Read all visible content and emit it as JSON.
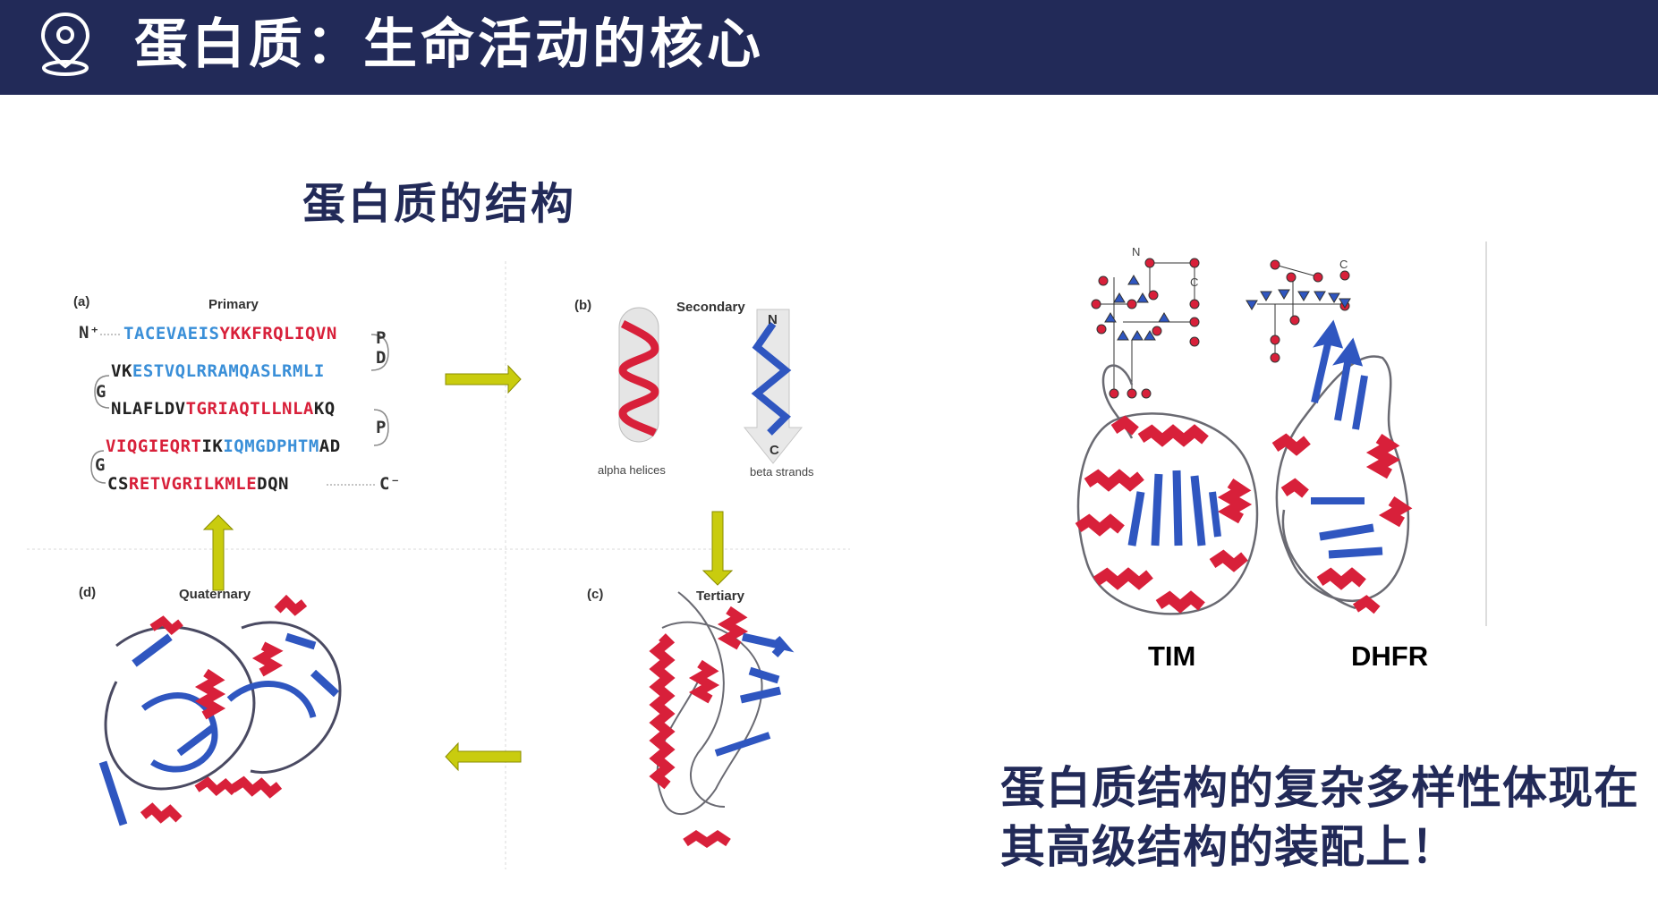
{
  "header": {
    "title": "蛋白质：生命活动的核心",
    "icon": "location-pin-icon"
  },
  "section_title": "蛋白质的结构",
  "panels": {
    "primary": {
      "tag": "(a)",
      "title": "Primary",
      "n_term": "N⁺",
      "c_term": "C⁻",
      "seq_rows": [
        [
          {
            "t": "TACEVAEIS",
            "c": "#3a8fd8"
          },
          {
            "t": "YKKFRQLIQVN",
            "c": "#d8203a"
          }
        ],
        [
          {
            "t": "VK",
            "c": "#222222"
          },
          {
            "t": "ESTVQLRRAMQASLRMLI",
            "c": "#3a8fd8"
          }
        ],
        [
          {
            "t": "NLAFLDV",
            "c": "#222222"
          },
          {
            "t": "TGRIAQTLLNLA",
            "c": "#d8203a"
          },
          {
            "t": "KQ",
            "c": "#222222"
          }
        ],
        [
          {
            "t": "VIQGIEQRT",
            "c": "#d8203a"
          },
          {
            "t": "IK",
            "c": "#222222"
          },
          {
            "t": "IQMGDPHTM",
            "c": "#3a8fd8"
          },
          {
            "t": "AD",
            "c": "#222222"
          }
        ],
        [
          {
            "t": "CS",
            "c": "#222222"
          },
          {
            "t": "RETVGRILKMLE",
            "c": "#d8203a"
          },
          {
            "t": "DQN",
            "c": "#222222"
          }
        ]
      ],
      "turn_letters": {
        "p1": "P",
        "d1": "D",
        "g1": "G",
        "p2": "P",
        "g2": "G"
      }
    },
    "secondary": {
      "tag": "(b)",
      "title": "Secondary",
      "helix_label": "alpha helices",
      "strand_label": "beta strands",
      "strand_n": "N",
      "strand_c": "C"
    },
    "tertiary": {
      "tag": "(c)",
      "title": "Tertiary"
    },
    "quaternary": {
      "tag": "(d)",
      "title": "Quaternary"
    }
  },
  "proteins": [
    {
      "label": "TIM"
    },
    {
      "label": "DHFR"
    }
  ],
  "topology": {
    "n_label": "N",
    "c_label_left": "C",
    "c_label_right": "C"
  },
  "note": "蛋白质结构的复杂多样性体现在其高级结构的装配上！",
  "colors": {
    "header_bg": "#222a58",
    "helix": "#d8203a",
    "strand": "#2f56c0",
    "arrow": "#c9cc0e",
    "coil": "#6a6a72"
  }
}
